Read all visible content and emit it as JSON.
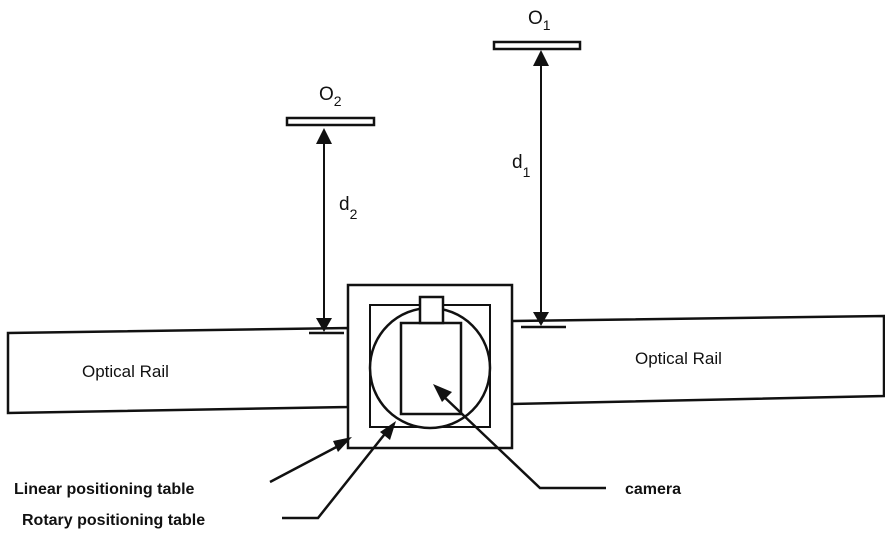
{
  "diagram": {
    "left_rail_label": "Optical Rail",
    "right_rail_label": "Optical Rail",
    "object1": {
      "letter": "O",
      "subscript": "1"
    },
    "object2": {
      "letter": "O",
      "subscript": "2"
    },
    "distance1": {
      "letter": "d",
      "subscript": "1"
    },
    "distance2": {
      "letter": "d",
      "subscript": "2"
    },
    "camera_label": "camera",
    "linear_table_label": "Linear positioning table",
    "rotary_table_label": "Rotary positioning table"
  }
}
